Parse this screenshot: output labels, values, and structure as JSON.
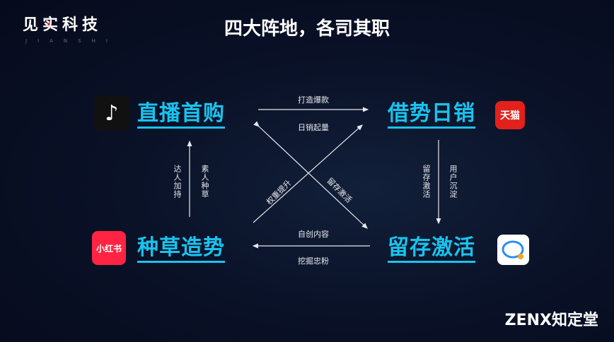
{
  "brand": {
    "name": "见实科技",
    "sub": "JIANSHI"
  },
  "title": "四大阵地，各司其职",
  "nodes": {
    "top_left": "直播首购",
    "top_right": "借势日销",
    "bottom_left": "种草造势",
    "bottom_right": "留存激活"
  },
  "icons": {
    "top_left": "tiktok-icon",
    "top_right": "tmall-icon",
    "tmall_text": "天猫",
    "bottom_left": "xiaohongshu-icon",
    "xhs_text": "小红书",
    "bottom_right": "wechat-work-icon"
  },
  "edges": {
    "top_above": "打造爆款",
    "top_below": "日销起量",
    "bottom_above": "自创内容",
    "bottom_below": "挖掘忠粉",
    "left_a": "达人加持",
    "left_b": "素人种草",
    "right_a": "留存激活",
    "right_b": "用户沉淀",
    "diag_up": "权重提升",
    "diag_down": "留存激活"
  },
  "footer": {
    "logo": "ZENX知定堂"
  },
  "colors": {
    "accent": "#19c3ee",
    "bg": "#070b1e"
  }
}
